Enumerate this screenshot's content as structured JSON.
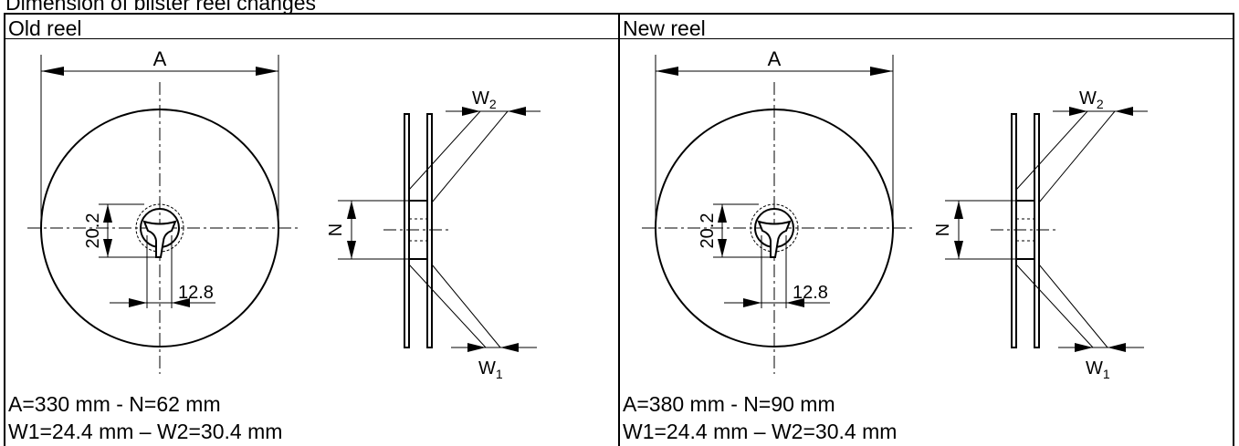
{
  "caption": "Dimension of blister reel changes",
  "columns": [
    {
      "header": "Old reel",
      "dim_a": "A",
      "dim_20_2": "20.2",
      "dim_12_8": "12.8",
      "dim_n": "N",
      "dim_w2_main": "W",
      "dim_w2_sub": "2",
      "dim_w1_main": "W",
      "dim_w1_sub": "1",
      "spec_line1": "A=330 mm - N=62 mm",
      "spec_line2": "W1=24.4 mm – W2=30.4 mm"
    },
    {
      "header": "New reel",
      "dim_a": "A",
      "dim_20_2": "20.2",
      "dim_12_8": "12.8",
      "dim_n": "N",
      "dim_w2_main": "W",
      "dim_w2_sub": "2",
      "dim_w1_main": "W",
      "dim_w1_sub": "1",
      "spec_line1": "A=380 mm - N=90 mm",
      "spec_line2": "W1=24.4 mm – W2=30.4 mm"
    }
  ]
}
